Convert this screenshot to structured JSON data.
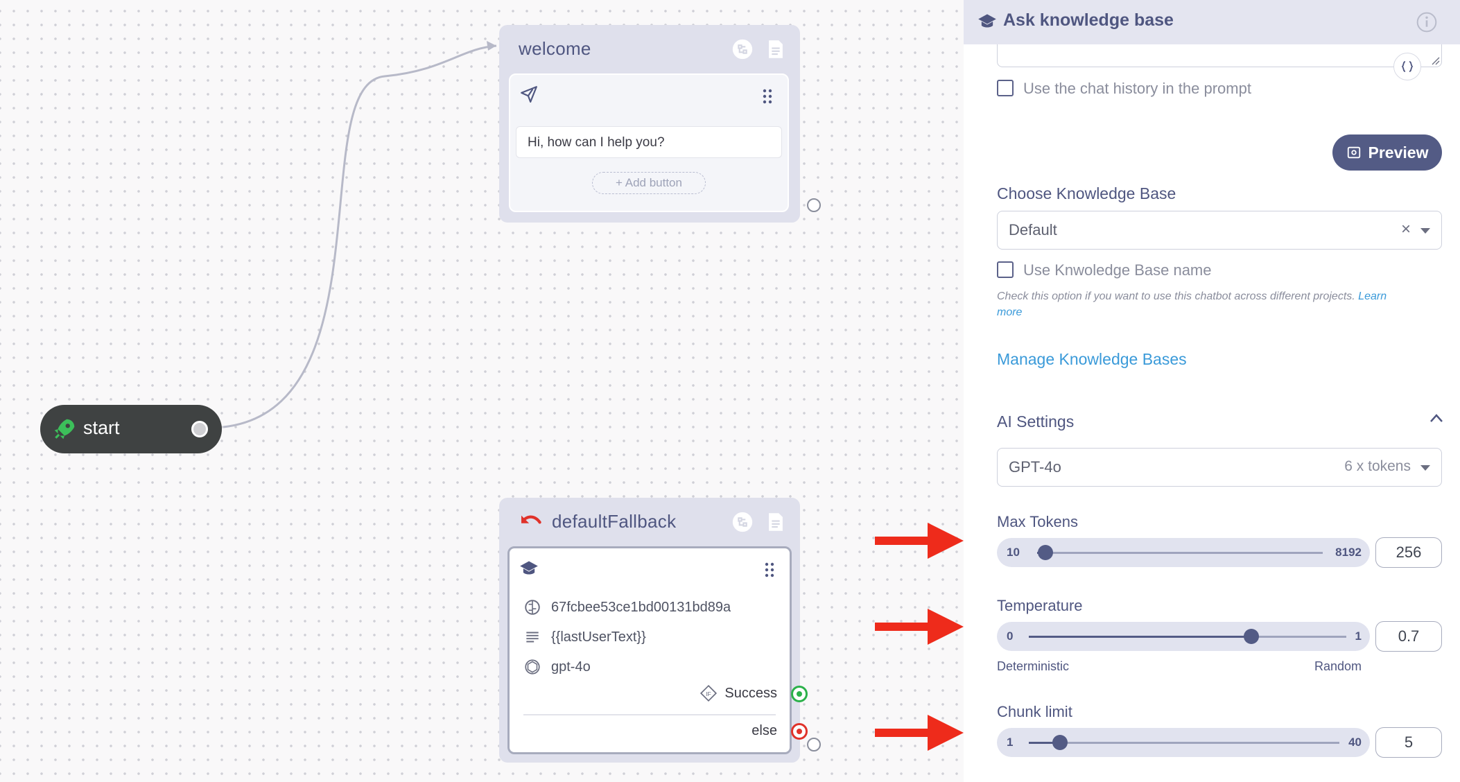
{
  "canvas": {
    "start": {
      "label": "start"
    },
    "welcome": {
      "title": "welcome",
      "message": "Hi, how can I help you?",
      "add_button": "+ Add button"
    },
    "fallback": {
      "title": "defaultFallback",
      "kb_id": "67fcbee53ce1bd00131bd89a",
      "question": "{{lastUserText}}",
      "model": "gpt-4o",
      "success_label": "Success",
      "else_label": "else"
    }
  },
  "panel": {
    "title": "Ask knowledge base",
    "use_history_label": "Use the chat history in the prompt",
    "preview_label": "Preview",
    "choose_kb_label": "Choose Knowledge Base",
    "kb_value": "Default",
    "clear_symbol": "×",
    "use_kb_name_label": "Use Knwoledge Base name",
    "hint_text": "Check this option if you want to use this chatbot across different projects.",
    "hint_link_1": "Learn",
    "hint_link_2": "more",
    "manage_label": "Manage Knowledge Bases",
    "ai_settings_label": "AI Settings",
    "model_value": "GPT-4o",
    "model_tokens": "6 x tokens",
    "max_tokens": {
      "label": "Max Tokens",
      "min": "10",
      "max": "8192",
      "value": "256",
      "level": 0.03
    },
    "temperature": {
      "label": "Temperature",
      "min": "0",
      "max": "1",
      "value": "0.7",
      "level": 0.7,
      "left_hint": "Deterministic",
      "right_hint": "Random"
    },
    "chunk_limit": {
      "label": "Chunk limit",
      "min": "1",
      "max": "40",
      "value": "5",
      "level": 0.1
    }
  },
  "colors": {
    "accent": "#535b85",
    "link": "#3a9ad9",
    "success_port": "#2bb14a",
    "else_port": "#e0322a",
    "annotation_arrow": "#ee2b1b",
    "start_node": "#3f4242"
  }
}
